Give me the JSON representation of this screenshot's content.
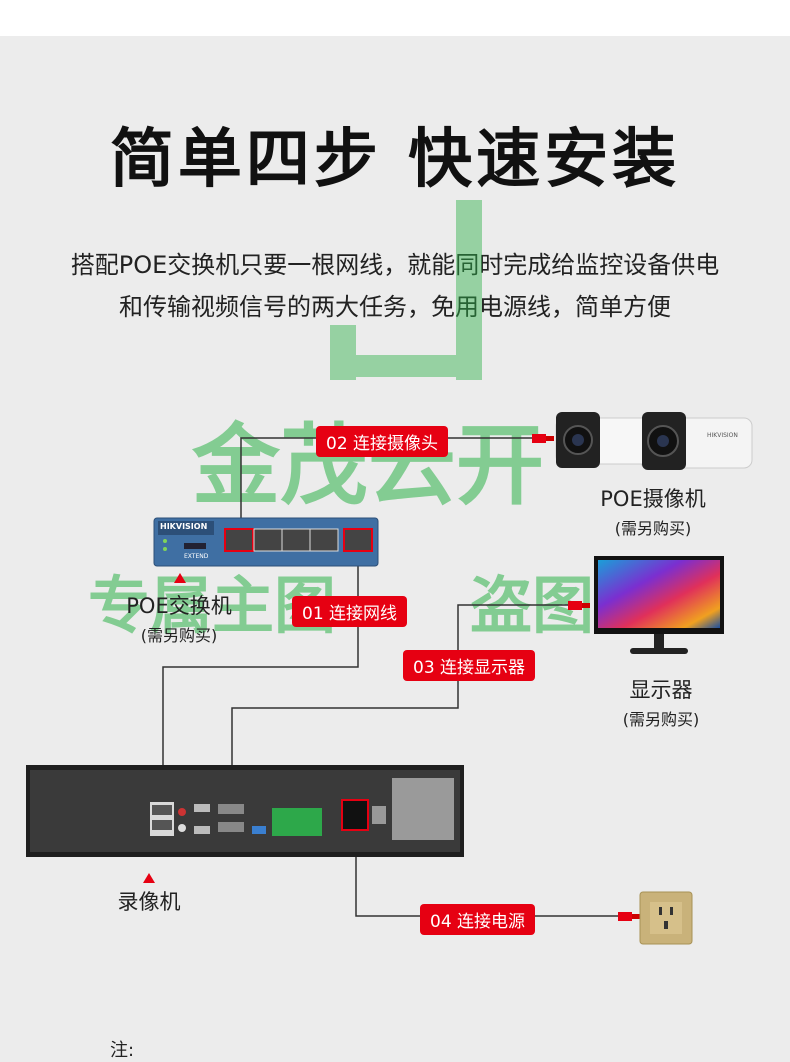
{
  "title": "简单四步 快速安装",
  "description": {
    "line1": "搭配POE交换机只要一根网线，就能同时完成给监控设备供电",
    "line2": "和传输视频信号的两大任务，免用电源线，简单方便"
  },
  "watermark": {
    "text1": "金茂云开",
    "text2": "专属主图",
    "text3": "盗图"
  },
  "steps": {
    "step1": "01 连接网线",
    "step2": "02 连接摄像头",
    "step3": "03 连接显示器",
    "step4": "04 连接电源"
  },
  "devices": {
    "camera": {
      "name": "POE摄像机",
      "note": "(需另购买)",
      "brand": "HIKVISION"
    },
    "switch": {
      "name": "POE交换机",
      "note": "(需另购买)",
      "brand": "HIKVISION",
      "panel": "EXTEND"
    },
    "monitor": {
      "name": "显示器",
      "note": "(需另购买)"
    },
    "nvr": {
      "name": "录像机"
    }
  },
  "note": "注:",
  "colors": {
    "accent": "#e60012",
    "watermark": "#2fb24a",
    "device_blue": "#3f6fa3"
  }
}
